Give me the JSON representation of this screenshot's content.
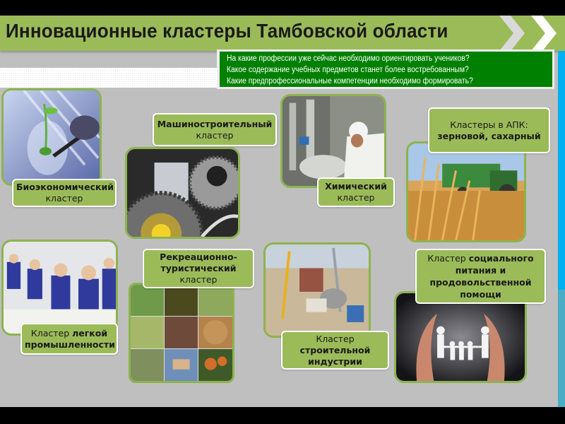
{
  "slide": {
    "title": "Инновационные кластеры Тамбовской области",
    "questions": [
      "На какие профессии уже сейчас необходимо ориентировать учеников?",
      "Какое содержание учебных предметов станет более востребованным?",
      "Какие предпрофессиональные компетенции необходимо формировать?"
    ],
    "colors": {
      "banner": "#9bbb59",
      "question_box": "#008000",
      "label_fill": "#9bbb59",
      "photo_border": "#8db34f",
      "background": "#bfbfbf",
      "side_strip_top": "#00b0f0",
      "side_strip_bottom": "#4bacc6"
    }
  },
  "clusters": [
    {
      "id": "bio",
      "label_bold": "Биоэкономический",
      "label_regular": "кластер",
      "image": "lab-scientist-plant-petri-dish"
    },
    {
      "id": "machine",
      "label_bold": "Машиностроительный",
      "label_regular": "кластер",
      "image": "industrial-gears"
    },
    {
      "id": "chemical",
      "label_bold": "Химический",
      "label_regular": "кластер",
      "image": "worker-chemical-plant"
    },
    {
      "id": "agro",
      "label_regular": "Кластеры в АПК:",
      "label_bold": "зерновой, сахарный",
      "image": "wheat-field-tractor"
    },
    {
      "id": "light",
      "label_regular": "Кластер ",
      "label_bold_1": "легкой",
      "label_bold_2": "промышленности",
      "image": "sewing-factory-workers"
    },
    {
      "id": "recreation",
      "label_bold_1": "Рекреационно-",
      "label_bold_2": "туристический",
      "label_regular": "кластер",
      "image": "tourism-collage"
    },
    {
      "id": "construction",
      "label_regular": "Кластер",
      "label_bold_1": "строительной",
      "label_bold_2": "индустрии",
      "image": "construction-site"
    },
    {
      "id": "social",
      "label_regular": "Кластер ",
      "label_bold_1": "социального",
      "label_bold_2": "питания и",
      "label_bold_3": "продовольственной",
      "label_bold_4": "помощи",
      "image": "hands-protecting-family"
    }
  ]
}
